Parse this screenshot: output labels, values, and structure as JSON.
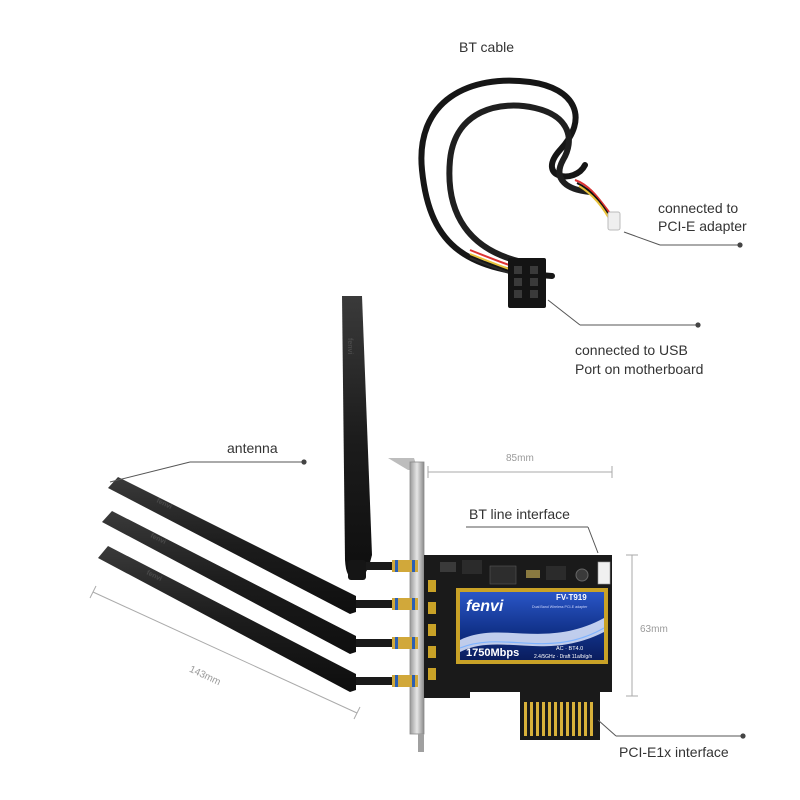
{
  "labels": {
    "bt_cable": "BT cable",
    "connected_pcie_line1": "connected to",
    "connected_pcie_line2": "PCI-E adapter",
    "connected_usb_line1": "connected to USB",
    "connected_usb_line2": "Port on motherboard",
    "antenna": "antenna",
    "bt_line_interface": "BT line interface",
    "pcie_interface": "PCI-E1x interface"
  },
  "dimensions": {
    "width": "85mm",
    "height": "63mm",
    "antenna_length": "143mm"
  },
  "card": {
    "brand": "fenvi",
    "model": "FV-T919",
    "subtitle": "Dual Band Wireless PCI-E adapter",
    "speed": "1750Mbps",
    "spec_line1": "AC · BT4.0",
    "spec_line2": "2.4/5GHz · Draft 11a/b/g/n",
    "antenna_brand": "fenvi"
  },
  "colors": {
    "antenna": "#1e1e1e",
    "pcb": "#1a1a1a",
    "gold": "#c9a227",
    "card_label_blue": "#1b3d9a",
    "leader_line": "#555555",
    "dimension_line": "#aaaaaa"
  }
}
